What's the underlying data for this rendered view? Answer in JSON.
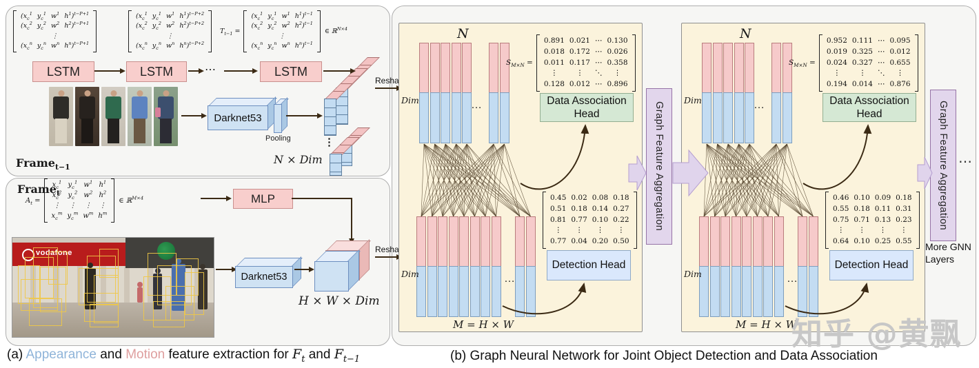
{
  "panel_a": {
    "top": {
      "matrix1": {
        "style": "math",
        "rows": [
          [
            "(x_c^1",
            "y_c^1",
            "w^1",
            "h^1)^{t−P+1}"
          ],
          [
            "(x_c^2",
            "y_c^2",
            "w^2",
            "h^2)^{t−P+1}"
          ],
          [
            "⋮"
          ],
          [
            "(x_c^n",
            "y_c^n",
            "w^n",
            "h^n)^{t−P+1}"
          ]
        ]
      },
      "matrix2": {
        "style": "math",
        "rows": [
          [
            "(x_c^1",
            "y_c^1",
            "w^1",
            "h^1)^{t−P+2}"
          ],
          [
            "(x_c^2",
            "y_c^2",
            "w^2",
            "h^2)^{t−P+2}"
          ],
          [
            "⋮"
          ],
          [
            "(x_c^n",
            "y_c^n",
            "w^n",
            "h^n)^{t−P+2}"
          ]
        ]
      },
      "matrix3": {
        "style": "math",
        "pre": "T_{t−1} =",
        "rows": [
          [
            "(x_c^1",
            "y_c^1",
            "w^1",
            "h^1)^{t−1}"
          ],
          [
            "(x_c^2",
            "y_c^2",
            "w^2",
            "h^2)^{t−1}"
          ],
          [
            "⋮"
          ],
          [
            "(x_c^n",
            "y_c^n",
            "w^n",
            "h^n)^{t−1}"
          ]
        ],
        "post": "∈ ℝ^{N×4}"
      },
      "lstm1": "LSTM",
      "lstm2": "LSTM",
      "lstm3": "LSTM",
      "lstm_dots": "⋯",
      "darknet_label": "Darknet53",
      "pooling_label": "Pooling",
      "frame_label": "Frame_{t−1}",
      "bars_dots": "⋮",
      "n_dim_label": "N × Dim"
    },
    "bottom": {
      "frame_label": "Frame_t",
      "matrix": {
        "style": "math",
        "pre": "A_t =",
        "rows": [
          [
            "x_c^1",
            "y_c^1",
            "w^1",
            "h^1"
          ],
          [
            "x_c^2",
            "y_c^2",
            "w^2",
            "h^2"
          ],
          [
            "⋮",
            "⋮",
            "⋮",
            "⋮"
          ],
          [
            "x_c^m",
            "y_c^m",
            "w^m",
            "h^m"
          ]
        ],
        "post": "∈ ℝ^{M×4}"
      },
      "mlp_label": "MLP",
      "darknet_label": "Darknet53",
      "hw_dim_label": "H × W × Dim",
      "storefront_sign": "vodafone"
    },
    "caption": {
      "prefix": "(a) ",
      "appearance": "Appearance",
      "mid1": " and ",
      "motion": "Motion",
      "mid2": " feature extraction for ",
      "f_t": "F_t",
      "mid3": " and ",
      "f_prev": "F_{t−1}"
    }
  },
  "panel_b": {
    "reshape_top": "Reshape",
    "reshape_bottom": "Reshape",
    "blocks": [
      {
        "n_label": "N",
        "dim_top": "Dim",
        "dim_bottom": "Dim",
        "top_dots": "…",
        "bottom_dots": "…",
        "s_matrix": {
          "style": "num",
          "pre": "S_{M×N} =",
          "rows": [
            [
              "0.891",
              "0.021",
              "⋯",
              "0.130"
            ],
            [
              "0.018",
              "0.172",
              "⋯",
              "0.026"
            ],
            [
              "0.011",
              "0.117",
              "⋯",
              "0.358"
            ],
            [
              "⋮",
              "⋮",
              "⋱",
              "⋮"
            ],
            [
              "0.128",
              "0.012",
              "⋯",
              "0.896"
            ]
          ]
        },
        "da_head_label": "Data Association Head",
        "det_matrix": {
          "style": "num",
          "rows": [
            [
              "0.45",
              "0.02",
              "0.08",
              "0.18"
            ],
            [
              "0.51",
              "0.18",
              "0.14",
              "0.27"
            ],
            [
              "0.81",
              "0.77",
              "0.10",
              "0.22"
            ],
            [
              "⋮",
              "⋮",
              "⋮",
              "⋮"
            ],
            [
              "0.77",
              "0.04",
              "0.20",
              "0.50"
            ]
          ]
        },
        "det_head_label": "Detection Head",
        "m_label": "M = H × W"
      },
      {
        "n_label": "N",
        "dim_top": "Dim",
        "dim_bottom": "Dim",
        "top_dots": "…",
        "bottom_dots": "…",
        "s_matrix": {
          "style": "num",
          "pre": "S_{M×N} =",
          "rows": [
            [
              "0.952",
              "0.111",
              "⋯",
              "0.095"
            ],
            [
              "0.019",
              "0.325",
              "⋯",
              "0.012"
            ],
            [
              "0.024",
              "0.327",
              "⋯",
              "0.655"
            ],
            [
              "⋮",
              "⋮",
              "⋱",
              "⋮"
            ],
            [
              "0.194",
              "0.014",
              "⋯",
              "0.876"
            ]
          ]
        },
        "da_head_label": "Data Association Head",
        "det_matrix": {
          "style": "num",
          "rows": [
            [
              "0.46",
              "0.10",
              "0.09",
              "0.18"
            ],
            [
              "0.55",
              "0.18",
              "0.11",
              "0.31"
            ],
            [
              "0.75",
              "0.71",
              "0.13",
              "0.23"
            ],
            [
              "⋮",
              "⋮",
              "⋮",
              "⋮"
            ],
            [
              "0.64",
              "0.10",
              "0.25",
              "0.55"
            ]
          ]
        },
        "det_head_label": "Detection Head",
        "m_label": "M = H × W"
      }
    ],
    "gfa_labels": [
      "Graph Feature Aggregation",
      "Graph Feature Aggregation"
    ],
    "more_gnn_label": "More GNN Layers",
    "trailing_dots": "⋯",
    "caption": "(b) Graph Neural Network for Joint Object Detection and Data Association"
  },
  "watermark": "知乎 @黄飘",
  "colors": {
    "motion_pink": "#f8cecc",
    "appearance_blue": "#cfe2f3",
    "da_head_green": "#d5e8d4",
    "det_head_blue": "#dae8fc",
    "gfa_purple": "#e1d5e7",
    "block_beige": "#fbf3dc",
    "caption_appearance": "#8fb4d9",
    "caption_motion": "#de9e9e",
    "anchor_yellow": "#edc85c"
  }
}
